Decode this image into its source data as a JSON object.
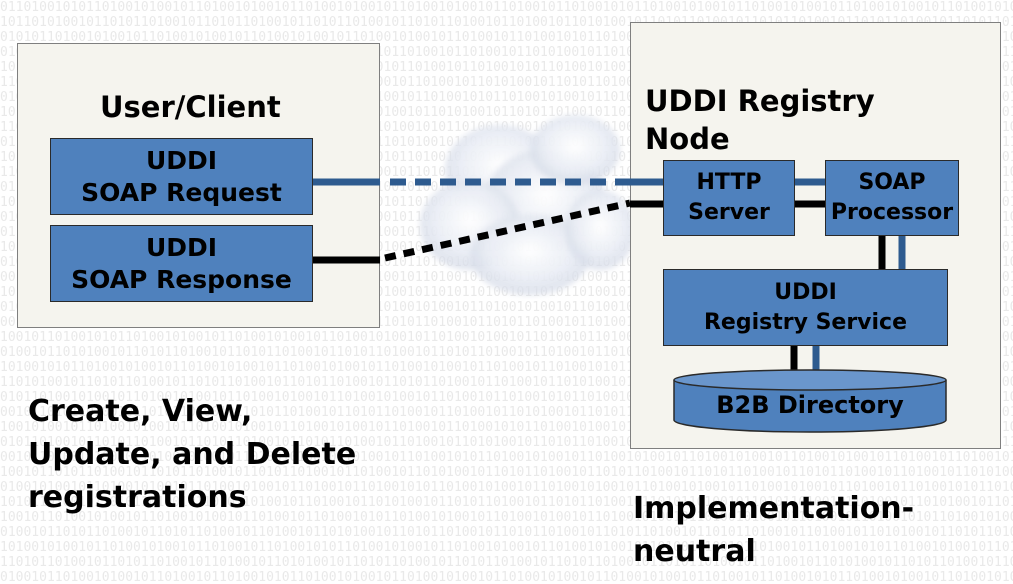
{
  "background": {
    "pattern_row_a": "0110100101011010010100101101001010010110100101001011010010100101101001",
    "pattern_row_b": "1001011010100101101011010010110101101001011010110100101101011010010110"
  },
  "colors": {
    "panel_fill": "#f5f4ee",
    "box_fill": "#4f81bd",
    "dark_line": "#000000",
    "blue_line": "#2e5b8f"
  },
  "client": {
    "title": "User/Client",
    "request_line1": "UDDI",
    "request_line2": "SOAP Request",
    "response_line1": "UDDI",
    "response_line2": "SOAP Response",
    "caption_line1": "Create, View,",
    "caption_line2": "Update, and Delete",
    "caption_line3": "registrations"
  },
  "registry": {
    "title_line1": "UDDI Registry",
    "title_line2": "Node",
    "http_line1": "HTTP",
    "http_line2": "Server",
    "soap_line1": "SOAP",
    "soap_line2": "Processor",
    "service_line1": "UDDI",
    "service_line2": "Registry Service",
    "directory_label": "B2B Directory",
    "caption_line1": "Implementation-",
    "caption_line2": "neutral"
  },
  "icons": {
    "network": "cloud-icon"
  }
}
